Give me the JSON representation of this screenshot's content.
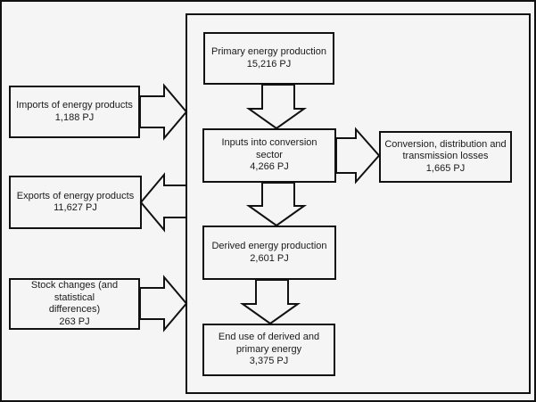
{
  "diagram": {
    "description": "Energy balance flow diagram",
    "unit": "PJ",
    "colors": {
      "background": "#f5f5f5",
      "line": "#111111",
      "text": "#1a1a1a"
    },
    "boxes": {
      "primary": {
        "label": "Primary energy production",
        "value": "15,216 PJ"
      },
      "imports": {
        "label": "Imports of energy products",
        "value": "1,188 PJ"
      },
      "inputs": {
        "label": "Inputs into conversion sector",
        "value": "4,266 PJ"
      },
      "losses": {
        "label": "Conversion, distribution and\ntransmission losses",
        "value": "1,665 PJ"
      },
      "exports": {
        "label": "Exports of energy products",
        "value": "11,627 PJ"
      },
      "derived": {
        "label": "Derived energy production",
        "value": "2,601 PJ"
      },
      "stock": {
        "label": "Stock changes (and statistical\ndifferences)",
        "value": "263 PJ"
      },
      "enduse": {
        "label": "End use of derived and\nprimary energy",
        "value": "3,375 PJ"
      }
    },
    "flows": [
      {
        "from": "imports",
        "to": "conversion-sector-boundary",
        "direction": "right"
      },
      {
        "from": "primary",
        "to": "inputs",
        "direction": "down"
      },
      {
        "from": "inputs",
        "to": "losses",
        "direction": "right"
      },
      {
        "from": "conversion-sector-boundary",
        "to": "exports",
        "direction": "left"
      },
      {
        "from": "inputs",
        "to": "derived",
        "direction": "down"
      },
      {
        "from": "stock",
        "to": "conversion-sector-boundary",
        "direction": "right"
      },
      {
        "from": "derived",
        "to": "enduse",
        "direction": "down"
      }
    ]
  }
}
